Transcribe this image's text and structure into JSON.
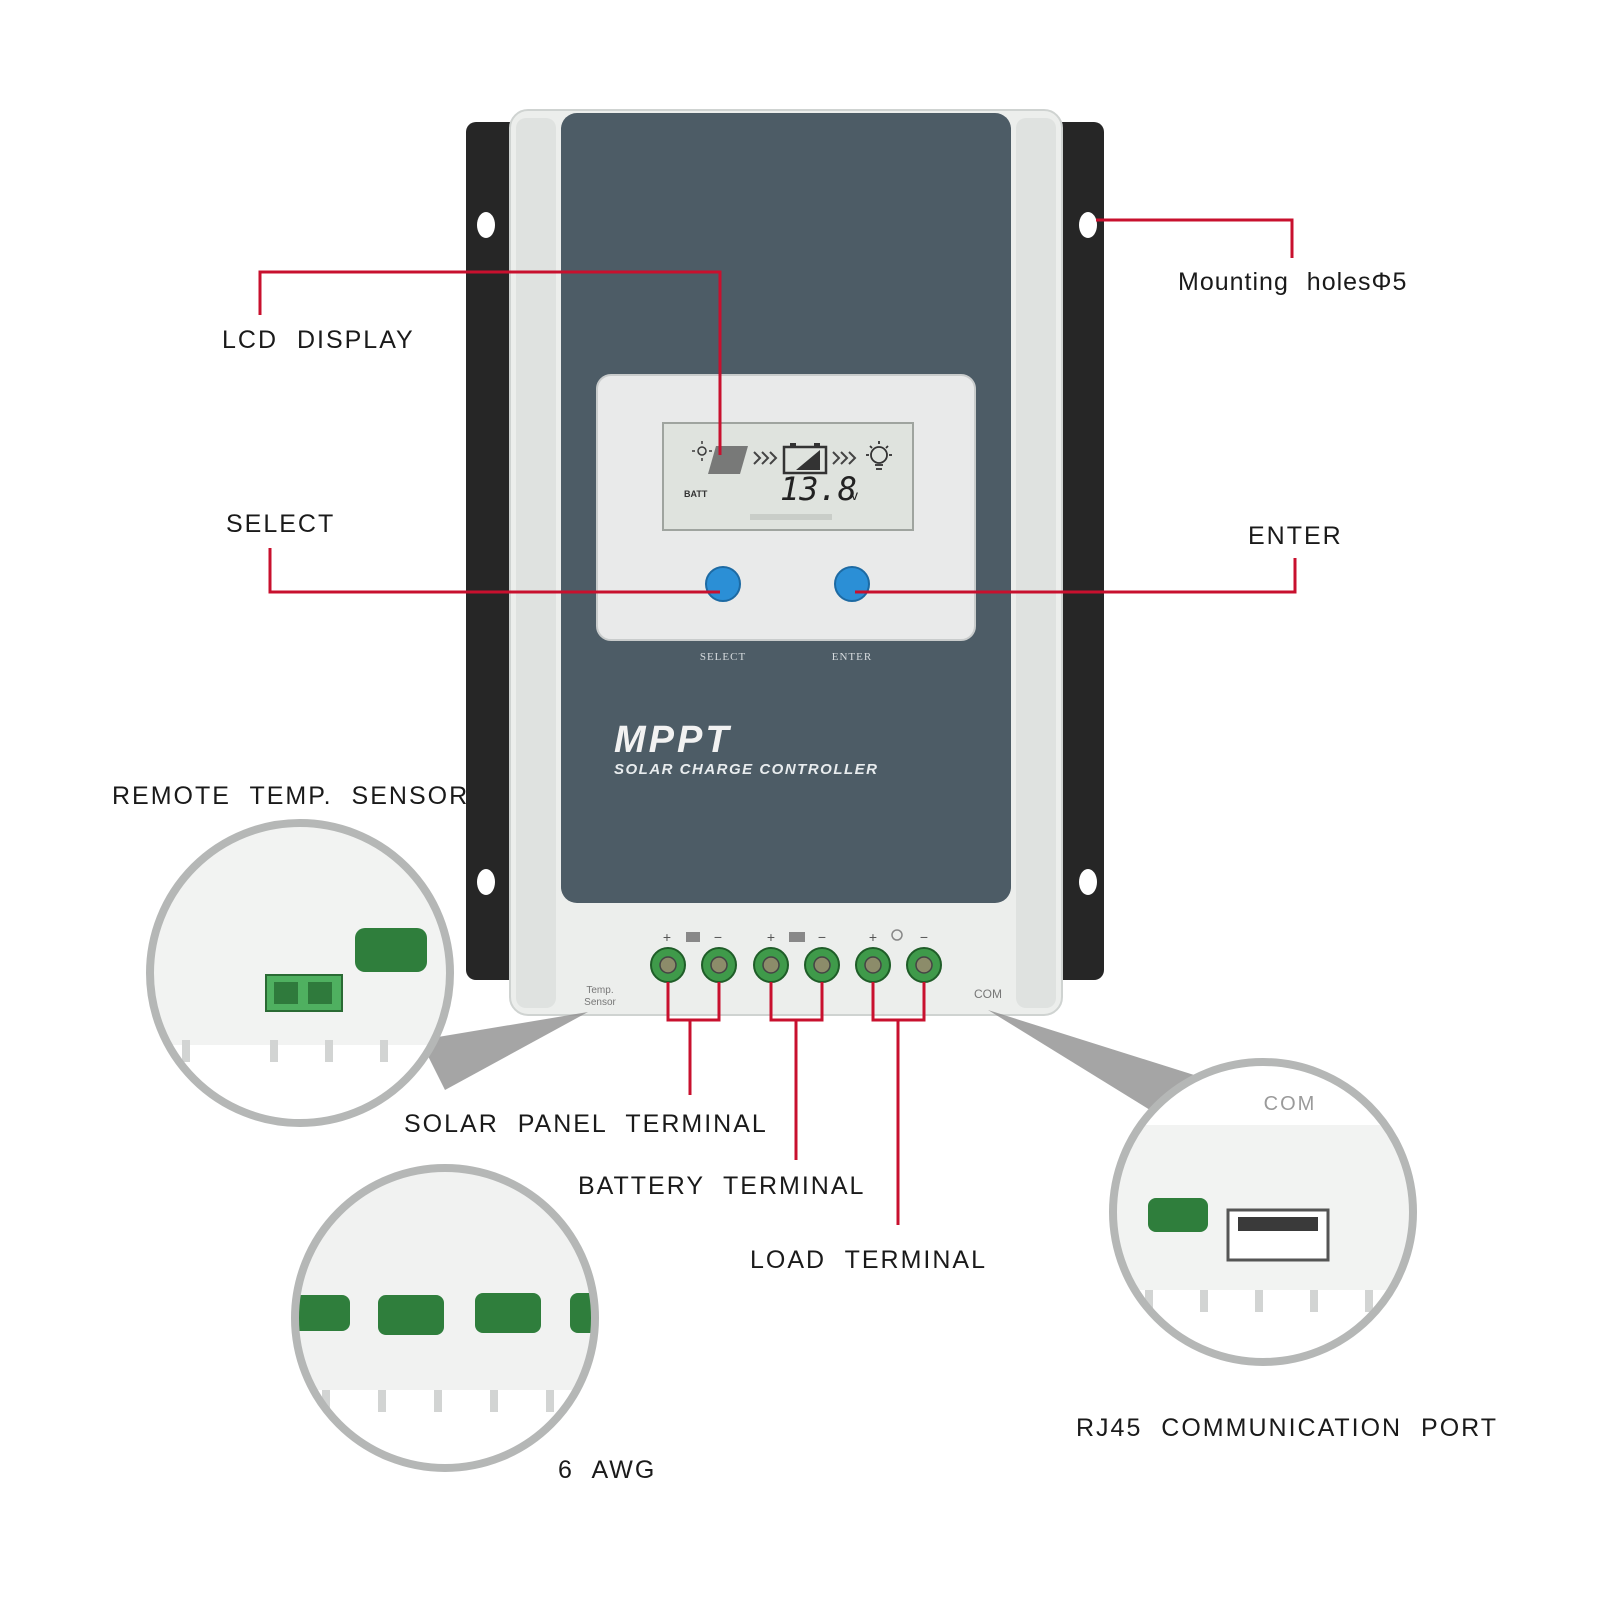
{
  "callouts": {
    "lcd_display": "LCD DISPLAY",
    "select": "SELECT",
    "enter": "ENTER",
    "mounting_holes": "Mounting holesΦ5",
    "remote_temp_sensor": "REMOTE TEMP. SENSOR",
    "solar_panel_terminal": "SOLAR PANEL TERMINAL",
    "battery_terminal": "BATTERY TERMINAL",
    "load_terminal": "LOAD TERMINAL",
    "rj45_port": "RJ45 COMMUNICATION PORT",
    "awg": "6 AWG"
  },
  "device": {
    "brand": "MPPT",
    "subtitle": "SOLAR CHARGE CONTROLLER",
    "select_label": "SELECT",
    "enter_label": "ENTER",
    "temp_label_line1": "Temp.",
    "temp_label_line2": "Sensor",
    "com_label": "COM",
    "plus_sign": "+",
    "minus_sign": "−"
  },
  "lcd": {
    "value": "13.8",
    "unit": "v",
    "batt_label": "BATT"
  },
  "zoom": {
    "com_label": "COM"
  },
  "colors": {
    "leader_line": "#c8102e",
    "panel": "#4d5c66",
    "housing": "#e8eae8",
    "flange": "#2a2a2a",
    "button": "#2b8fd6",
    "terminal_green": "#3f9a4a"
  }
}
